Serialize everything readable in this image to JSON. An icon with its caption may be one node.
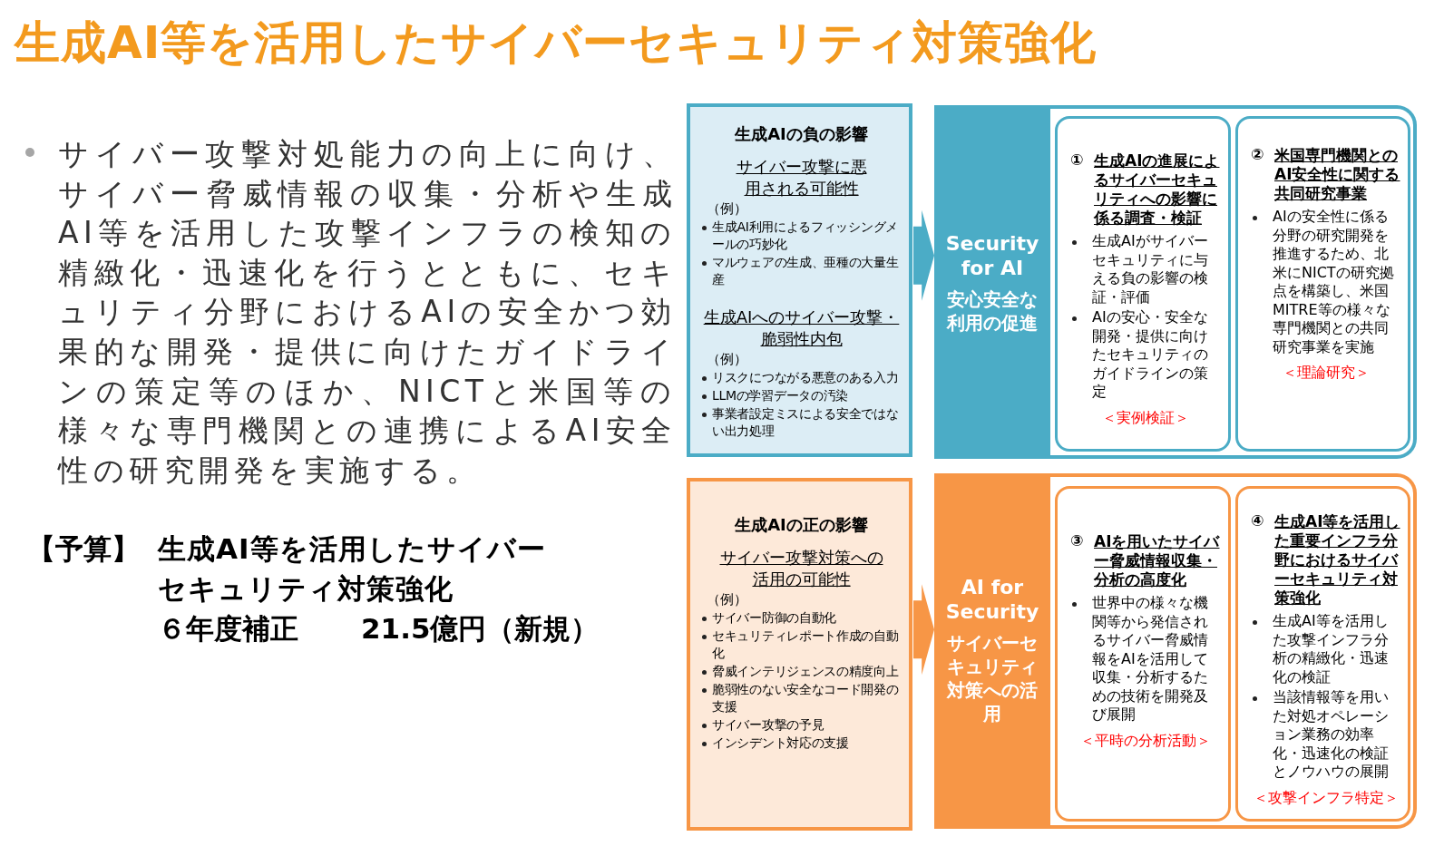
{
  "diagram": {
    "title": "生成AI等を活用したサイバーセキュリティ対策強化",
    "nodes": [
      {
        "text": [
          "生成AIの負の影響",
          "サイバー攻撃に悪用される可能性",
          "（例）",
          "生成AI利用によるフィッシングメールの巧妙化",
          "マルウェアの生成、亜種の大量生産",
          "生成AIへのサイバー攻撃・脆弱性内包",
          "（例）",
          "リスクにつながる悪意のある入力",
          "LLMの学習データの汚染",
          "事業者設定ミスによる安全ではない出力処理"
        ]
      },
      {
        "text": [
          "Security for AI",
          "安心安全な利用の促進"
        ]
      },
      {
        "text": [
          "①",
          "生成AIの進展によるサイバーセキュリティへの影響に係る調査・検証",
          "生成AIがサイバーセキュリティに与える負の影響の検証・評価",
          "AIの安心・安全な開発・提供に向けたセキュリティのガイドラインの策定",
          "＜実例検証＞"
        ],
        "in": 1
      },
      {
        "text": [
          "②",
          "米国専門機関とのAI安全性に関する共同研究事業",
          "AIの安全性に係る分野の研究開発を推進するため、北米にNICTの研究拠点を構築し、米国MITRE等の様々な専門機関との共同研究事業を実施",
          "＜理論研究＞"
        ],
        "in": 1
      },
      {
        "text": [
          "生成AIの正の影響",
          "サイバー攻撃対策への活用の可能性",
          "（例）",
          "サイバー防御の自動化",
          "セキュリティレポート作成の自動化",
          "脅威インテリジェンスの精度向上",
          "脆弱性のない安全なコード開発の支援",
          "サイバー攻撃の予見",
          "インシデント対応の支援"
        ]
      },
      {
        "text": [
          "AI for Security",
          "サイバーセキュリティ対策への活用"
        ]
      },
      {
        "text": [
          "③",
          "AIを用いたサイバー脅威情報収集・分析の高度化",
          "世界中の様々な機関等から発信されるサイバー脅威情報をAIを活用して収集・分析するための技術を開発及び展開",
          "＜平時の分析活動＞"
        ],
        "in": 5
      },
      {
        "text": [
          "④",
          "生成AI等を活用した重要インフラ分野におけるサイバーセキュリティ対策強化",
          "生成AI等を活用した攻撃インフラ分析の精緻化・迅速化の検証",
          "当該情報等を用いた対処オペレーション業務の効率化・迅速化の検証とノウハウの展開",
          "＜攻撃インフラ特定＞"
        ],
        "in": 5
      }
    ],
    "edges": [
      {
        "from": 0,
        "to": 1,
        "arrow": "to"
      },
      {
        "from": 4,
        "to": 5,
        "arrow": "to"
      }
    ],
    "labels": [
      "サイバー攻撃対処能力の向上に向け、サイバー脅威情報の収集・分析や生成AI等を活用した攻撃インフラの検知の精緻化・迅速化を行うとともに、セキュリティ分野におけるAIの安全かつ効果的な開発・提供に向けたガイドラインの策定等のほか、NICTと米国等の様々な専門機関との連携によるAI安全性の研究開発を実施する。",
      "【予算】",
      "生成AI等を活用したサイバーセキュリティ対策強化",
      "６年度補正",
      "21.5億円（新規）"
    ]
  }
}
